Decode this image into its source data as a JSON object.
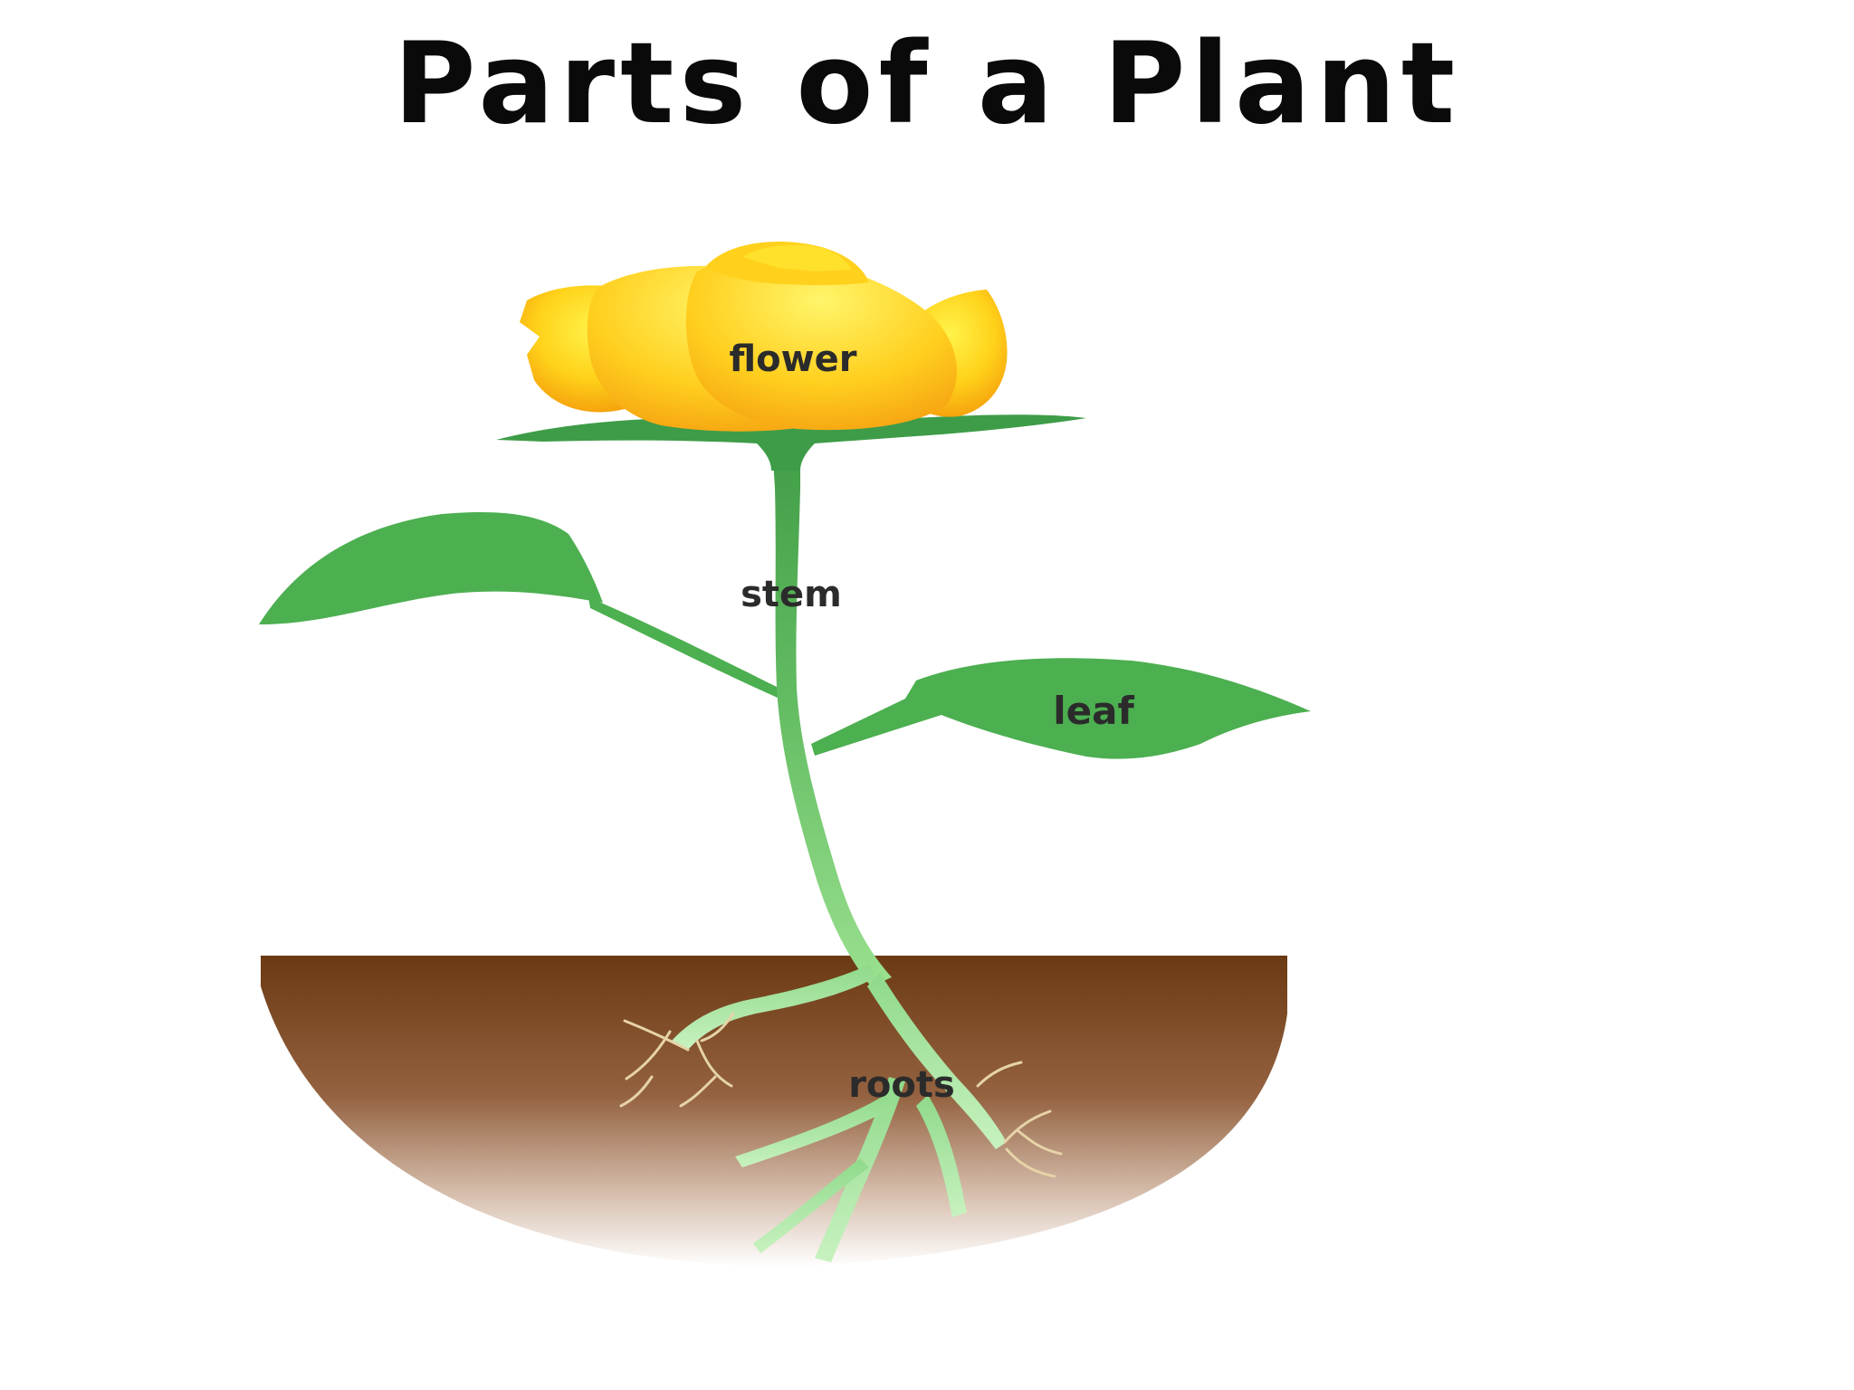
{
  "title": "Parts of a Plant",
  "labels": {
    "flower": "flower",
    "stem": "stem",
    "leaf": "leaf",
    "roots": "roots"
  },
  "colors": {
    "flower_light": "#ffee1a",
    "flower_dark": "#f7a10c",
    "plant_green": "#4caf50",
    "stem_green": "#6cc26a",
    "root_green": "#a8e2a0",
    "soil_brown": "#6b3a12",
    "text": "#2b2b2b"
  }
}
